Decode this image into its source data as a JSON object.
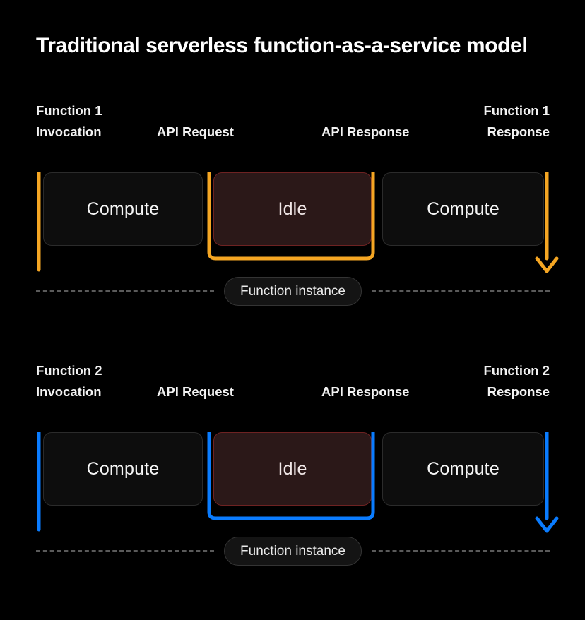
{
  "page": {
    "background": "#000000",
    "title": "Traditional serverless function-as-a-service model"
  },
  "colors": {
    "orange": "#F5A623",
    "blue": "#0A7CFF",
    "compute_fill": "#0d0d0d",
    "compute_border": "#2b2b2b",
    "idle_fill": "#2b1818",
    "idle_border": "#6e2222",
    "dash": "#5a5a5a",
    "pill_fill": "#141414",
    "pill_border": "#343434",
    "text": "#ffffff"
  },
  "rows": [
    {
      "id": "function-1",
      "accent": "#F5A623",
      "labels": {
        "left_line1": "Function 1",
        "left_line2": "Invocation",
        "mid1": "API Request",
        "mid2": "API Response",
        "right_line1": "Function 1",
        "right_line2": "Response"
      },
      "boxes": [
        {
          "label": "Compute",
          "kind": "compute"
        },
        {
          "label": "Idle",
          "kind": "idle"
        },
        {
          "label": "Compute",
          "kind": "compute"
        }
      ],
      "divider_label": "Function instance"
    },
    {
      "id": "function-2",
      "accent": "#0A7CFF",
      "labels": {
        "left_line1": "Function 2",
        "left_line2": "Invocation",
        "mid1": "API Request",
        "mid2": "API Response",
        "right_line1": "Function 2",
        "right_line2": "Response"
      },
      "boxes": [
        {
          "label": "Compute",
          "kind": "compute"
        },
        {
          "label": "Idle",
          "kind": "idle"
        },
        {
          "label": "Compute",
          "kind": "compute"
        }
      ],
      "divider_label": "Function instance"
    }
  ]
}
